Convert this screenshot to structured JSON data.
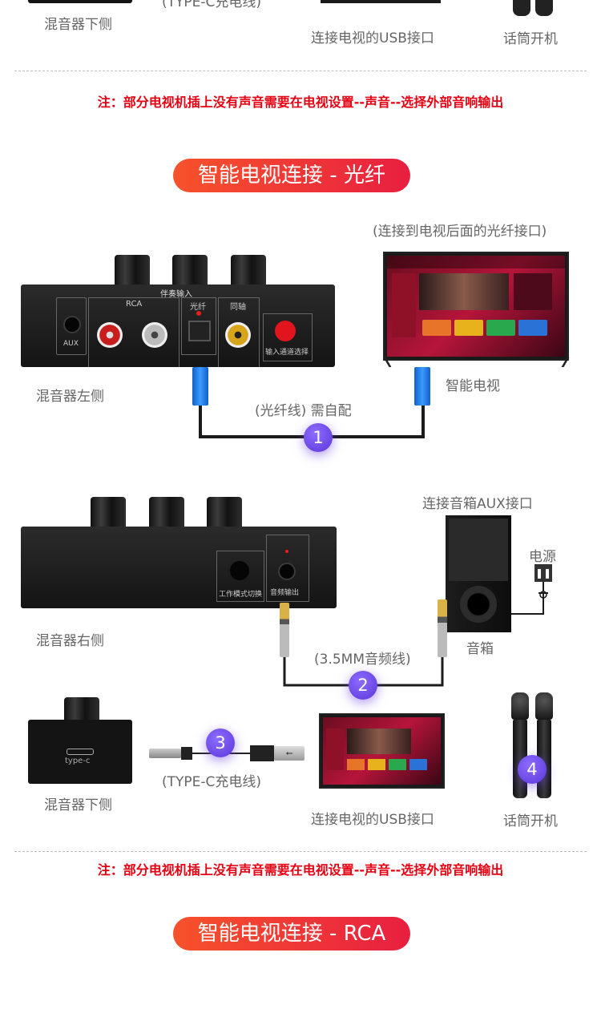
{
  "top": {
    "mixer_bottom_label": "混音器下侧",
    "cable_label": "(TYPE-C充电线)",
    "tv_usb_label": "连接电视的USB接口",
    "mic_label": "话筒开机",
    "note": "注：部分电视机插上没有声音需要在电视设置--声音--选择外部音响输出"
  },
  "optical_section": {
    "title": "智能电视连接 - 光纤",
    "tv_port_caption": "(连接到电视后面的光纤接口)",
    "mixer_left_label": "混音器左侧",
    "smart_tv_label": "智能电视",
    "cable_caption": "(光纤线) 需自配",
    "step1": "1",
    "panel": {
      "header": "伴奏输入",
      "aux": "AUX",
      "rca": "RCA",
      "optical": "光纤",
      "coax": "同轴",
      "input_select": "输入通道选择"
    },
    "mixer_right_label": "混音器右侧",
    "speaker_aux_label": "连接音箱AUX接口",
    "power_label": "电源",
    "speaker_label": "音箱",
    "audio_cable_caption": "(3.5MM音频线)",
    "step2": "2",
    "right_panel": {
      "mode_switch": "工作模式切换",
      "audio_out": "音频输出"
    },
    "typec_port": "type-c",
    "mixer_bottom_label": "混音器下侧",
    "step3": "3",
    "typec_cable_caption": "(TYPE-C充电线)",
    "tv_usb_label": "连接电视的USB接口",
    "step4": "4",
    "mic_label": "话筒开机",
    "note": "注：部分电视机插上没有声音需要在电视设置--声音--选择外部音响输出"
  },
  "rca_section": {
    "title": "智能电视连接 - RCA"
  },
  "colors": {
    "pill_start": "#f7522b",
    "pill_end": "#e81f40",
    "note_red": "#e60012",
    "step_purple": "#6a46e6",
    "connector_blue": "#1e7be8"
  }
}
